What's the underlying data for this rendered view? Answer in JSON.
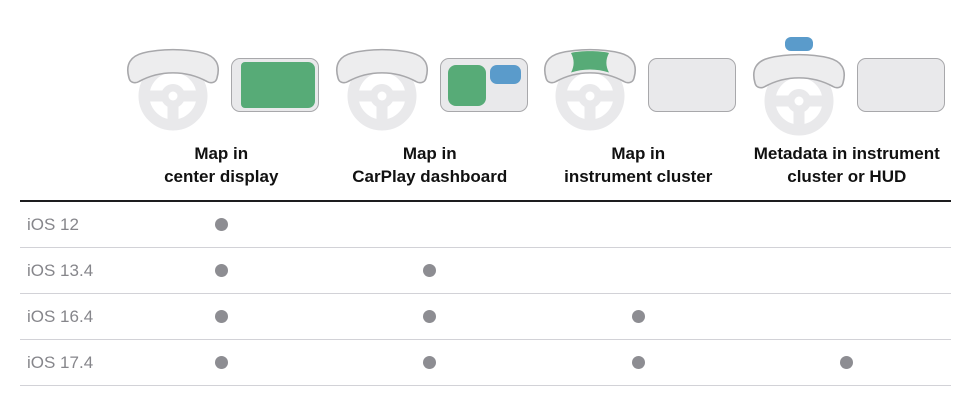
{
  "colors": {
    "accent_green": "#57ab77",
    "accent_blue": "#5a9bcb",
    "row_label": "#86868b",
    "dot": "#8d8d92",
    "header_text": "#111111",
    "table_top_border": "#1d1d1f",
    "row_border": "#d2d2d7"
  },
  "table": {
    "columns": [
      {
        "id": "map-center-display",
        "line1": "Map in",
        "line2": "center display",
        "icon": "steering-wheel-and-green-center-display-icon"
      },
      {
        "id": "map-carplay-dashboard",
        "line1": "Map in",
        "line2": "CarPlay dashboard",
        "icon": "steering-wheel-and-dashboard-display-icon"
      },
      {
        "id": "map-instrument-cluster",
        "line1": "Map in",
        "line2": "instrument cluster",
        "icon": "steering-wheel-green-instrument-cluster-icon"
      },
      {
        "id": "metadata-cluster-hud",
        "line1": "Metadata in instrument",
        "line2": "cluster or HUD",
        "icon": "steering-wheel-blue-hud-icon"
      }
    ],
    "rows": [
      {
        "label": "iOS 12",
        "support": [
          true,
          false,
          false,
          false
        ]
      },
      {
        "label": "iOS 13.4",
        "support": [
          true,
          true,
          false,
          false
        ]
      },
      {
        "label": "iOS 16.4",
        "support": [
          true,
          true,
          true,
          false
        ]
      },
      {
        "label": "iOS 17.4",
        "support": [
          true,
          true,
          true,
          true
        ]
      }
    ]
  }
}
